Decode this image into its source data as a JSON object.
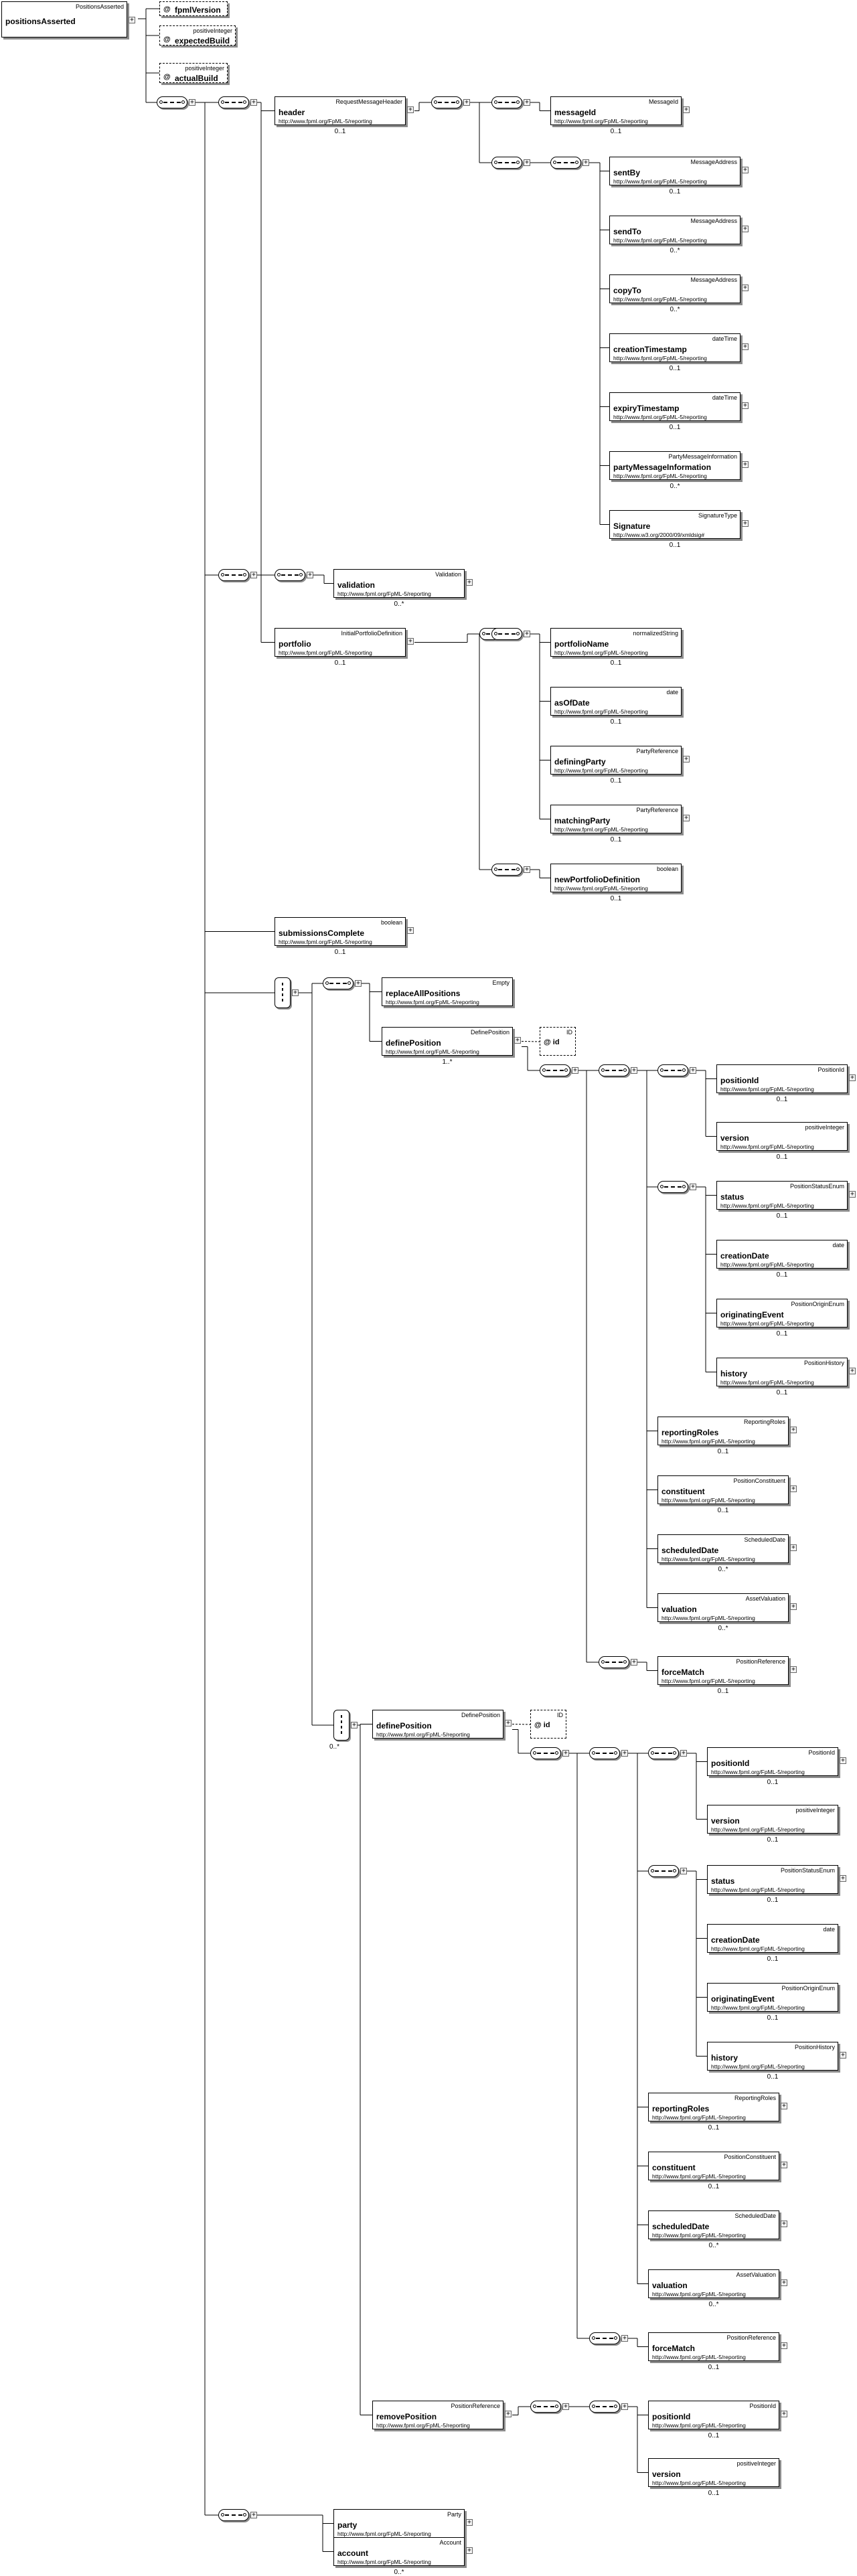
{
  "ns": "http://www.fpml.org/FpML-5/reporting",
  "root": {
    "type": "PositionsAsserted",
    "name": "positionsAsserted"
  },
  "attrs": [
    {
      "key": "fpmlVersion",
      "type": "",
      "name": "fpmlVersion"
    },
    {
      "key": "expectedBuild",
      "type": "positiveInteger",
      "name": "expectedBuild"
    },
    {
      "key": "actualBuild",
      "type": "positiveInteger",
      "name": "actualBuild"
    }
  ],
  "nodes": {
    "header": {
      "type": "RequestMessageHeader",
      "name": "header",
      "card": "0..1"
    },
    "messageId": {
      "type": "MessageId",
      "name": "messageId",
      "card": "0..1"
    },
    "sentBy": {
      "type": "MessageAddress",
      "name": "sentBy",
      "card": "0..1"
    },
    "sendTo": {
      "type": "MessageAddress",
      "name": "sendTo",
      "card": "0..*"
    },
    "copyTo": {
      "type": "MessageAddress",
      "name": "copyTo",
      "card": "0..*"
    },
    "creationTimestamp": {
      "type": "dateTime",
      "name": "creationTimestamp",
      "card": "0..1"
    },
    "expiryTimestamp": {
      "type": "dateTime",
      "name": "expiryTimestamp",
      "card": "0..1"
    },
    "partyMessageInformation": {
      "type": "PartyMessageInformation",
      "name": "partyMessageInformation",
      "card": "0..*"
    },
    "signature": {
      "type": "SignatureType",
      "name": "Signature",
      "card": "0..1",
      "ns": "http://www.w3.org/2000/09/xmldsig#"
    },
    "validation": {
      "type": "Validation",
      "name": "validation",
      "card": "0..*"
    },
    "portfolio": {
      "type": "InitialPortfolioDefinition",
      "name": "portfolio",
      "card": "0..1"
    },
    "portfolioName": {
      "type": "normalizedString",
      "name": "portfolioName",
      "card": "0..1"
    },
    "asOfDate": {
      "type": "date",
      "name": "asOfDate",
      "card": "0..1"
    },
    "definingParty": {
      "type": "PartyReference",
      "name": "definingParty",
      "card": "0..1"
    },
    "matchingParty": {
      "type": "PartyReference",
      "name": "matchingParty",
      "card": "0..1"
    },
    "newPortfolioDefinition": {
      "type": "boolean",
      "name": "newPortfolioDefinition",
      "card": "0..1"
    },
    "submissionsComplete": {
      "type": "boolean",
      "name": "submissionsComplete",
      "card": "0..1"
    },
    "replaceAllPositions": {
      "type": "Empty",
      "name": "replaceAllPositions",
      "card": ""
    },
    "definePosition1": {
      "type": "DefinePosition",
      "name": "definePosition",
      "card": "1..*"
    },
    "positionId1": {
      "type": "PositionId",
      "name": "positionId",
      "card": "0..1"
    },
    "version1": {
      "type": "positiveInteger",
      "name": "version",
      "card": "0..1"
    },
    "status1": {
      "type": "PositionStatusEnum",
      "name": "status",
      "card": "0..1"
    },
    "creationDate1": {
      "type": "date",
      "name": "creationDate",
      "card": "0..1"
    },
    "originatingEvent1": {
      "type": "PositionOriginEnum",
      "name": "originatingEvent",
      "card": "0..1"
    },
    "history1": {
      "type": "PositionHistory",
      "name": "history",
      "card": "0..1"
    },
    "reportingRoles1": {
      "type": "ReportingRoles",
      "name": "reportingRoles",
      "card": "0..1"
    },
    "constituent1": {
      "type": "PositionConstituent",
      "name": "constituent",
      "card": "0..1"
    },
    "scheduledDate1": {
      "type": "ScheduledDate",
      "name": "scheduledDate",
      "card": "0..*"
    },
    "valuation1": {
      "type": "AssetValuation",
      "name": "valuation",
      "card": "0..*"
    },
    "forceMatch1": {
      "type": "PositionReference",
      "name": "forceMatch",
      "card": "0..1"
    },
    "definePosition2": {
      "type": "DefinePosition",
      "name": "definePosition",
      "card": ""
    },
    "positionId2": {
      "type": "PositionId",
      "name": "positionId",
      "card": "0..1"
    },
    "version2": {
      "type": "positiveInteger",
      "name": "version",
      "card": "0..1"
    },
    "status2": {
      "type": "PositionStatusEnum",
      "name": "status",
      "card": "0..1"
    },
    "creationDate2": {
      "type": "date",
      "name": "creationDate",
      "card": "0..1"
    },
    "originatingEvent2": {
      "type": "PositionOriginEnum",
      "name": "originatingEvent",
      "card": "0..1"
    },
    "history2": {
      "type": "PositionHistory",
      "name": "history",
      "card": "0..1"
    },
    "reportingRoles2": {
      "type": "ReportingRoles",
      "name": "reportingRoles",
      "card": "0..1"
    },
    "constituent2": {
      "type": "PositionConstituent",
      "name": "constituent",
      "card": "0..1"
    },
    "scheduledDate2": {
      "type": "ScheduledDate",
      "name": "scheduledDate",
      "card": "0..*"
    },
    "valuation2": {
      "type": "AssetValuation",
      "name": "valuation",
      "card": "0..*"
    },
    "forceMatch2": {
      "type": "PositionReference",
      "name": "forceMatch",
      "card": "0..1"
    },
    "removePosition": {
      "type": "PositionReference",
      "name": "removePosition",
      "card": ""
    },
    "positionId3": {
      "type": "PositionId",
      "name": "positionId",
      "card": "0..1"
    },
    "version3": {
      "type": "positiveInteger",
      "name": "version",
      "card": "0..1"
    },
    "party": {
      "type": "Party",
      "name": "party",
      "card": "0..*"
    },
    "account": {
      "type": "Account",
      "name": "account",
      "card": "0..*"
    }
  },
  "id_attrs": {
    "id1": {
      "type": "ID",
      "name": "id"
    },
    "id2": {
      "type": "ID",
      "name": "id"
    }
  },
  "choice_cards": {
    "choice2": "0..*"
  },
  "expand_glyph": "+"
}
